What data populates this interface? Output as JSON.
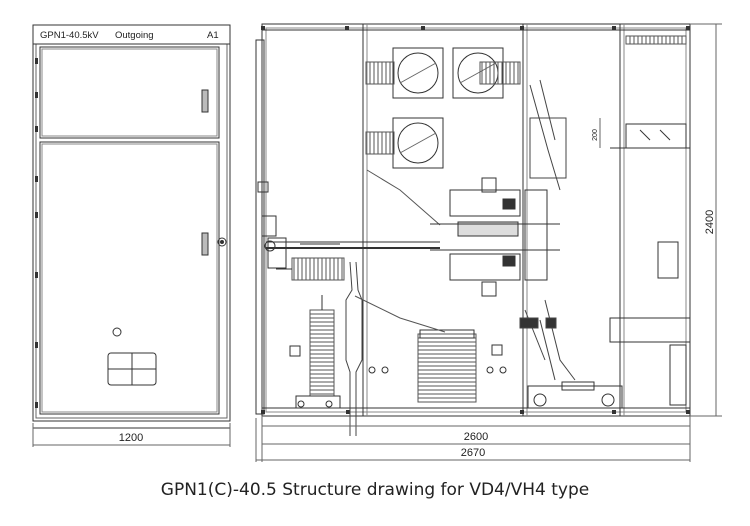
{
  "front_view": {
    "label_model": "GPN1-40.5kV",
    "label_function": "Outgoing",
    "label_id": "A1",
    "dim_width": "1200"
  },
  "side_view": {
    "dim_inner": "2600",
    "dim_overall": "2670",
    "dim_height": "2400",
    "dim_small": "200"
  },
  "caption": "GPN1(C)-40.5 Structure drawing for VD4/VH4 type"
}
